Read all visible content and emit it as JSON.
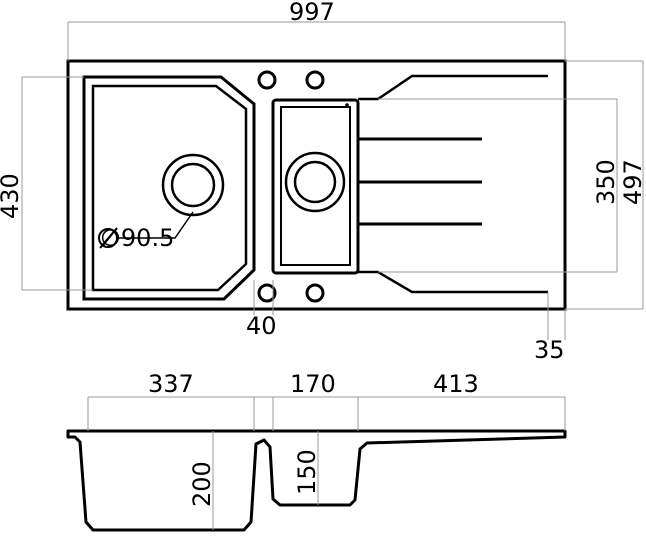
{
  "dimensions": {
    "overall_width": "997",
    "overall_depth": "497",
    "main_bowl_depth": "430",
    "small_bowl_depth": "350",
    "waste_diameter": "∅90.5",
    "tap_hole_offset": "40",
    "drainer_offset": "35",
    "main_bowl_width": "337",
    "small_bowl_width": "170",
    "drainer_width": "413",
    "main_bowl_height": "200",
    "small_bowl_height": "150"
  },
  "colors": {
    "line": "#000000",
    "dimension_line": "#9a9a9a"
  }
}
